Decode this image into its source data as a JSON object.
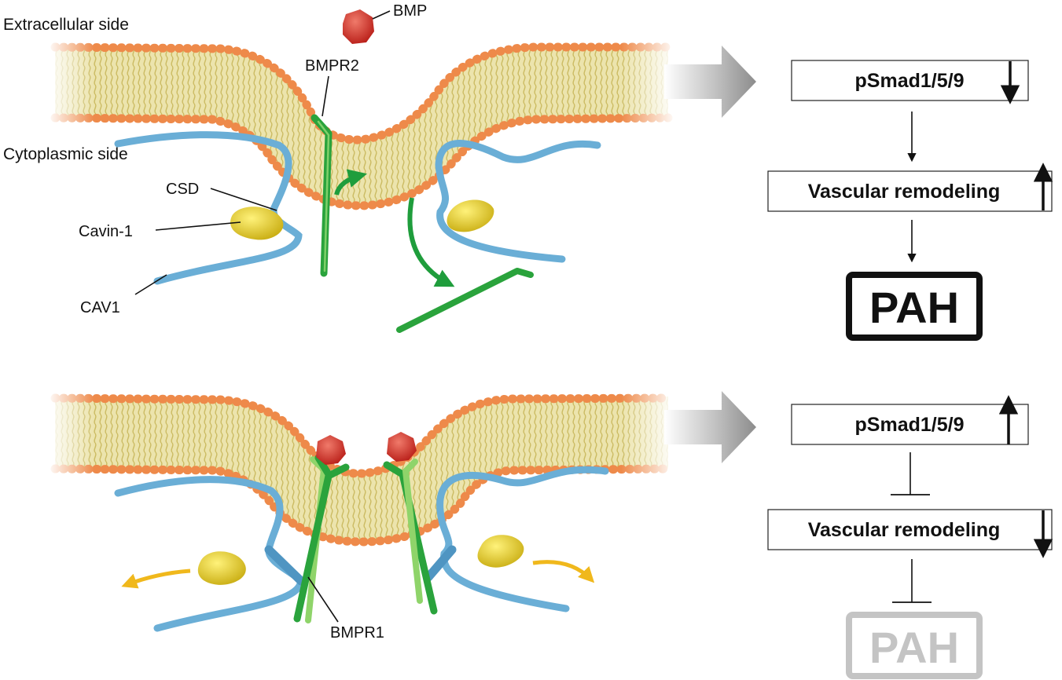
{
  "labels": {
    "extracellular": "Extracellular side",
    "cytoplasmic": "Cytoplasmic side",
    "bmp": "BMP",
    "bmpr2": "BMPR2",
    "csd": "CSD",
    "cavin1": "Cavin-1",
    "cav1": "CAV1",
    "bmpr1": "BMPR1"
  },
  "top_pathway": {
    "psmad": "pSmad1/5/9",
    "psmad_direction": "down",
    "remodeling": "Vascular remodeling",
    "remodeling_direction": "up",
    "outcome": "PAH",
    "link_1": "activates",
    "link_2": "activates"
  },
  "bottom_pathway": {
    "psmad": "pSmad1/5/9",
    "psmad_direction": "up",
    "remodeling": "Vascular remodeling",
    "remodeling_direction": "down",
    "outcome": "PAH",
    "link_1": "inhibits",
    "link_2": "inhibits"
  },
  "colors": {
    "head_group": "#ee8a4a",
    "lipid_core": "#e9e0a3",
    "tail": "#cfc06a",
    "caveolin": "#6aaed6",
    "cavin": "#e8d02c",
    "receptor_dark": "#2aa33c",
    "receptor_light": "#8fd46a",
    "bmp": "#d62b24",
    "arrow_gray": "#9a9a9a",
    "green_arrow": "#1f9d3c",
    "yellow_arrow": "#f0b81c",
    "faded": "#c4c4c4"
  }
}
